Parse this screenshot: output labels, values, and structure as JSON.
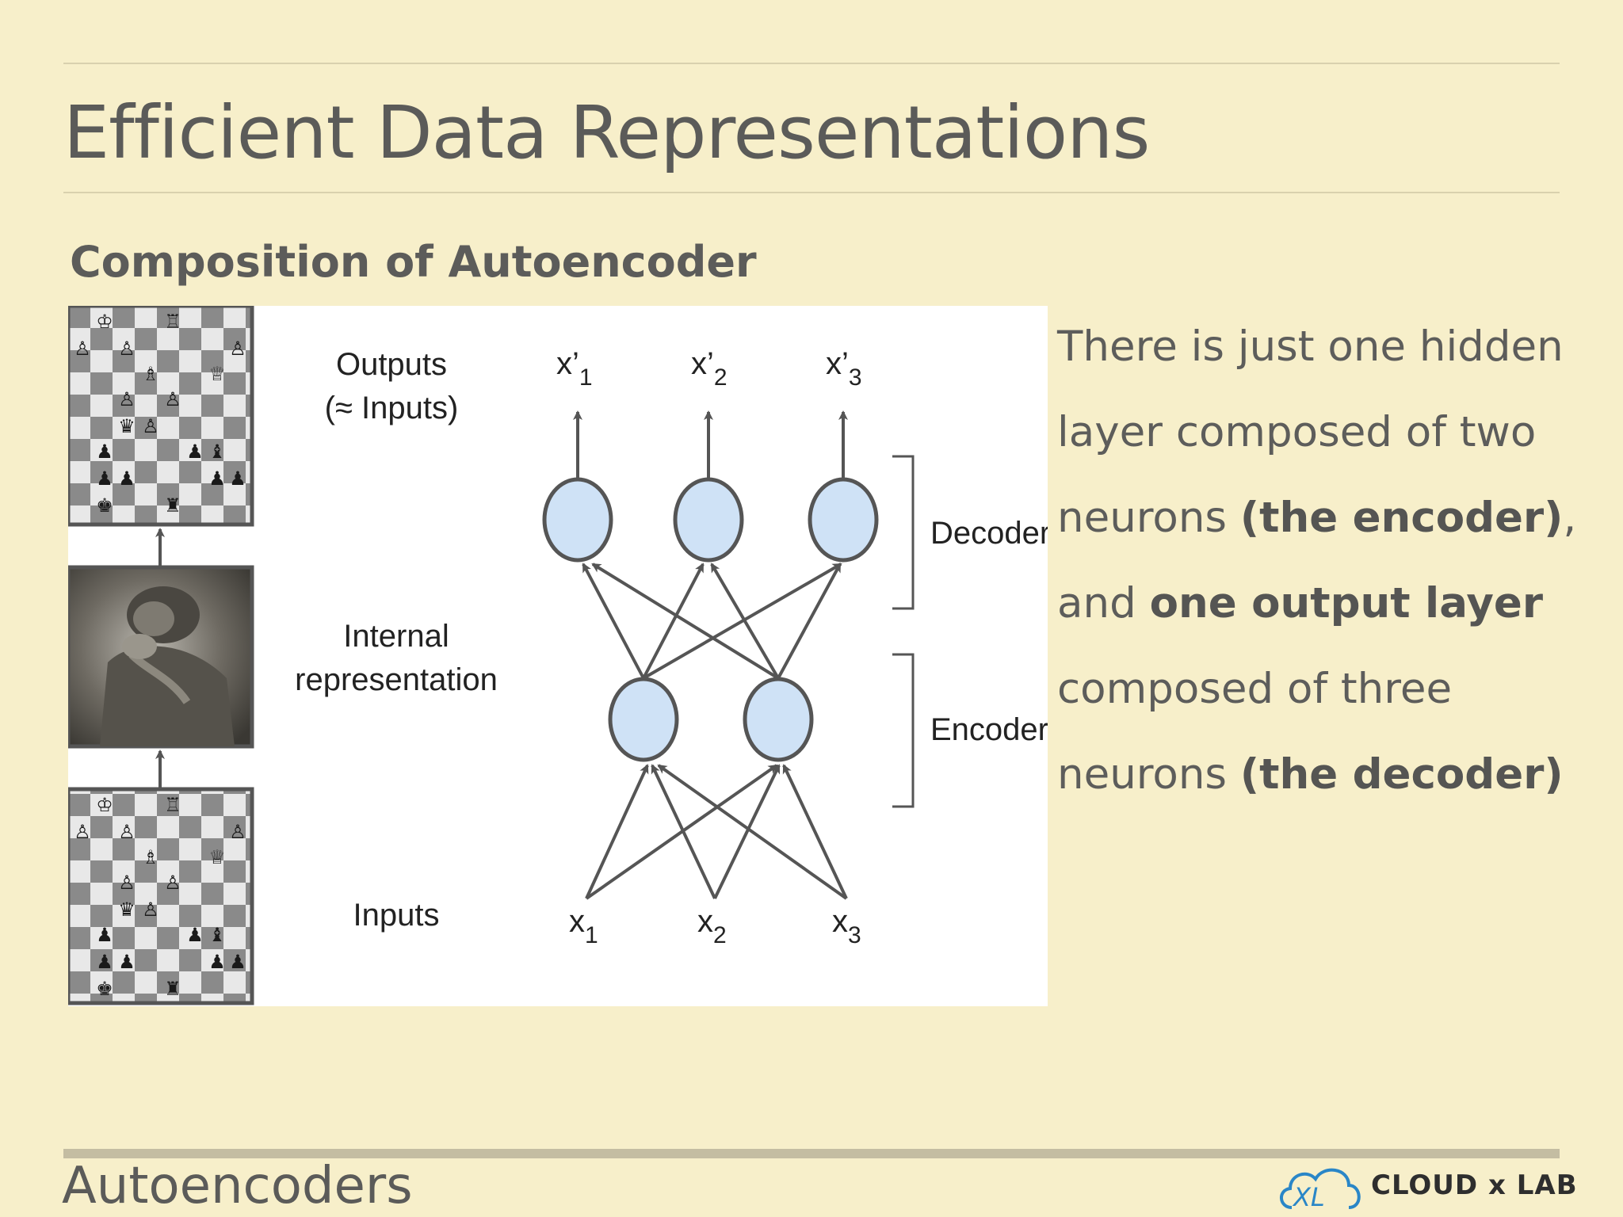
{
  "slide": {
    "title": "Efficient Data Representations",
    "subtitle": "Composition of Autoencoder",
    "footer_title": "Autoencoders",
    "logo_text": "CLOUD x LAB",
    "body": {
      "t1": "There is just one hidden layer composed of two neurons ",
      "b1": "(the encoder)",
      "t2": ", and ",
      "b2": "one output layer",
      "t3": " composed of three neurons ",
      "b3": "(the decoder)"
    }
  },
  "diagram": {
    "outputs_label_1": "Outputs",
    "outputs_label_2": "(≈ Inputs)",
    "internal_label_1": "Internal",
    "internal_label_2": "representation",
    "inputs_label": "Inputs",
    "decoder_label": "Decoder",
    "encoder_label": "Encoder",
    "output_nodes": [
      {
        "base": "x’",
        "sub": "1"
      },
      {
        "base": "x’",
        "sub": "2"
      },
      {
        "base": "x’",
        "sub": "3"
      }
    ],
    "input_nodes": [
      {
        "base": "x",
        "sub": "1"
      },
      {
        "base": "x",
        "sub": "2"
      },
      {
        "base": "x",
        "sub": "3"
      }
    ],
    "node_fill": "#cfe2f6",
    "node_stroke": "#555555"
  }
}
